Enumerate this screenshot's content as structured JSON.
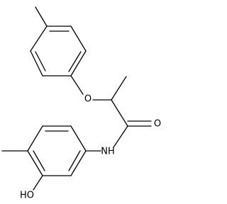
{
  "molecule": {
    "atom_labels": {
      "ether_oxygen": "O",
      "carbonyl_oxygen": "O",
      "amide_nitrogen": "NH",
      "hydroxyl": "HO"
    }
  }
}
